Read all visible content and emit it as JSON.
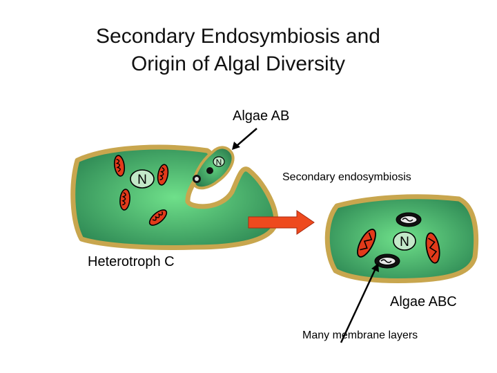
{
  "title": {
    "line1": "Secondary Endosymbiosis and",
    "line2": "Origin of Algal Diversity"
  },
  "labels": {
    "algae_ab": "Algae AB",
    "secondary_endosymbiosis": "Secondary endosymbiosis",
    "heterotroph_c": "Heterotroph C",
    "algae_abc": "Algae ABC",
    "many_membrane_layers": "Many membrane layers",
    "nucleus_host": "N",
    "nucleus_algae": "N",
    "nucleus_result": "N"
  },
  "colors": {
    "cell_border": "#c8a64e",
    "cytoplasm_light": "#6fe08a",
    "cytoplasm_dark": "#2f8a55",
    "mitochondrion": "#e23a1a",
    "arrow": "#ee4a1e",
    "nucleus_fill": "#c2e8c8"
  }
}
